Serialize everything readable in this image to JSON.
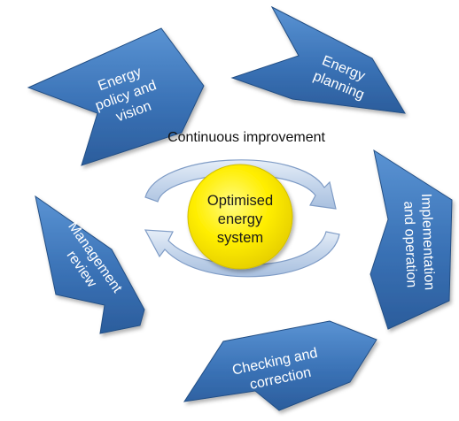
{
  "diagram": {
    "title": "Continuous improvement",
    "center": {
      "lines": [
        "Optimised",
        "energy",
        "system"
      ]
    },
    "steps": [
      {
        "id": "policy",
        "lines": [
          "Energy",
          "policy and",
          "vision"
        ]
      },
      {
        "id": "planning",
        "lines": [
          "Energy",
          "planning"
        ]
      },
      {
        "id": "implementation",
        "lines": [
          "Implementation",
          "and operation"
        ]
      },
      {
        "id": "checking",
        "lines": [
          "Checking and",
          "correction"
        ]
      },
      {
        "id": "review",
        "lines": [
          "Management",
          "review"
        ]
      }
    ],
    "colors": {
      "chevron_fill": "#3b74b8",
      "chevron_edge": "#244f85",
      "center_fill": "#ffee00",
      "cycle_arrow_fill": "#c9d8ec",
      "cycle_arrow_edge": "#7f9cc6"
    }
  }
}
